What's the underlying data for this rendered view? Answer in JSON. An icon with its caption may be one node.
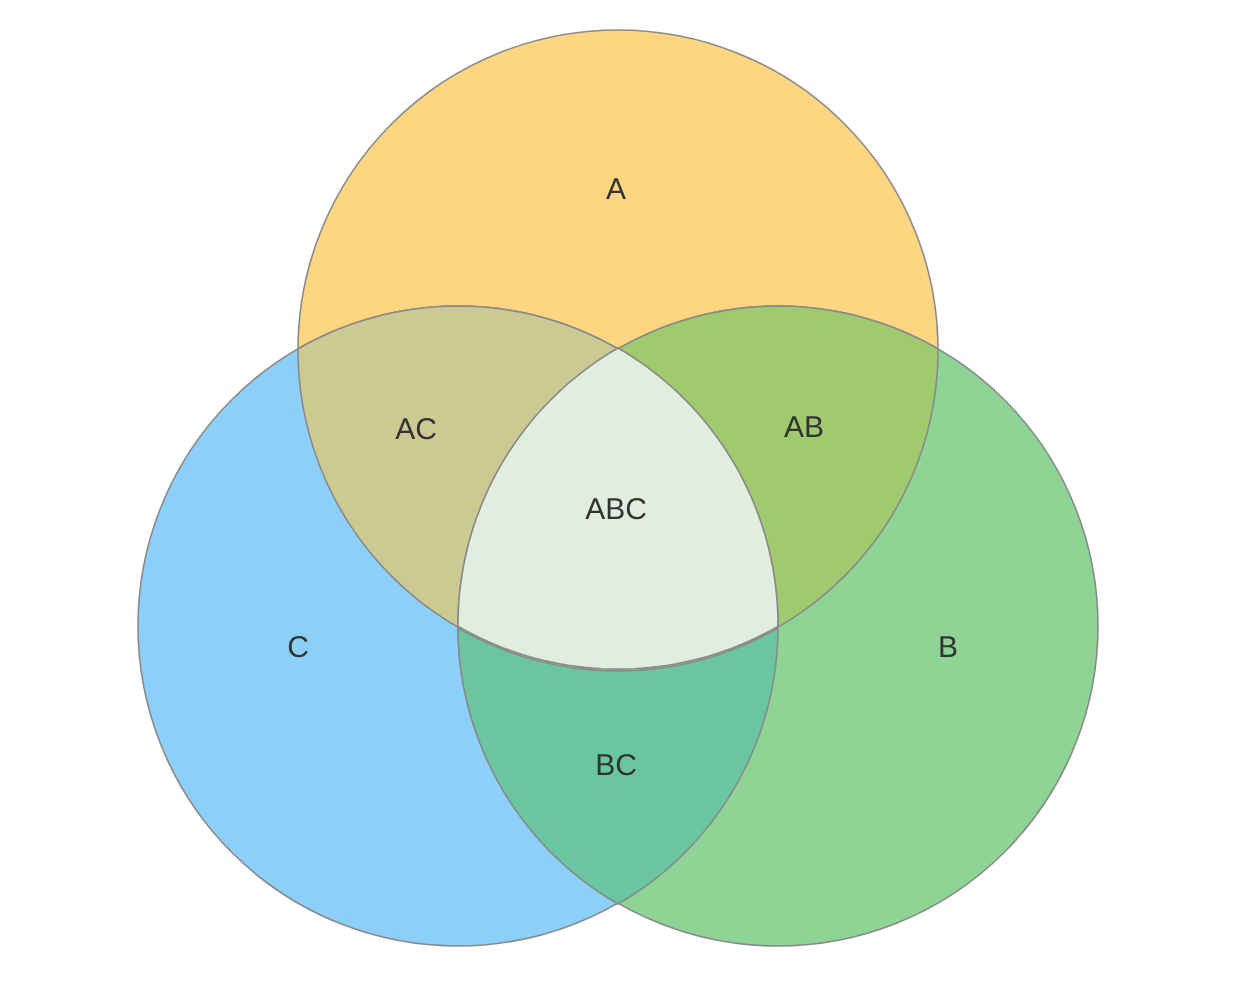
{
  "diagram": {
    "nodes": [
      {
        "text": [
          "A"
        ]
      },
      {
        "text": [
          "AC"
        ]
      },
      {
        "text": [
          "AB"
        ]
      },
      {
        "text": [
          "ABC"
        ]
      },
      {
        "text": [
          "C"
        ]
      },
      {
        "text": [
          "B"
        ]
      },
      {
        "text": [
          "BC"
        ]
      }
    ]
  }
}
